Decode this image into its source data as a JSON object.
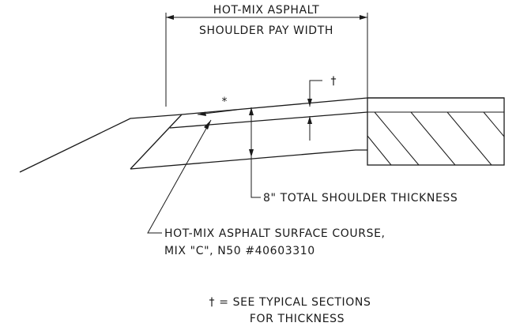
{
  "pay_width": {
    "line1": "HOT-MIX ASPHALT",
    "line2": "SHOULDER PAY WIDTH"
  },
  "dagger_mark": "†",
  "slope_arrow_mark": "*",
  "total_thickness_label": "8\" TOTAL SHOULDER THICKNESS",
  "surface_course": {
    "line1": "HOT-MIX ASPHALT SURFACE COURSE,",
    "line2": "MIX \"C\", N50   #40603310"
  },
  "footnote": {
    "line1": "† = SEE TYPICAL SECTIONS",
    "line2": "FOR THICKNESS"
  },
  "colors": {
    "ink": "#1a1a1a",
    "background": "#ffffff"
  }
}
